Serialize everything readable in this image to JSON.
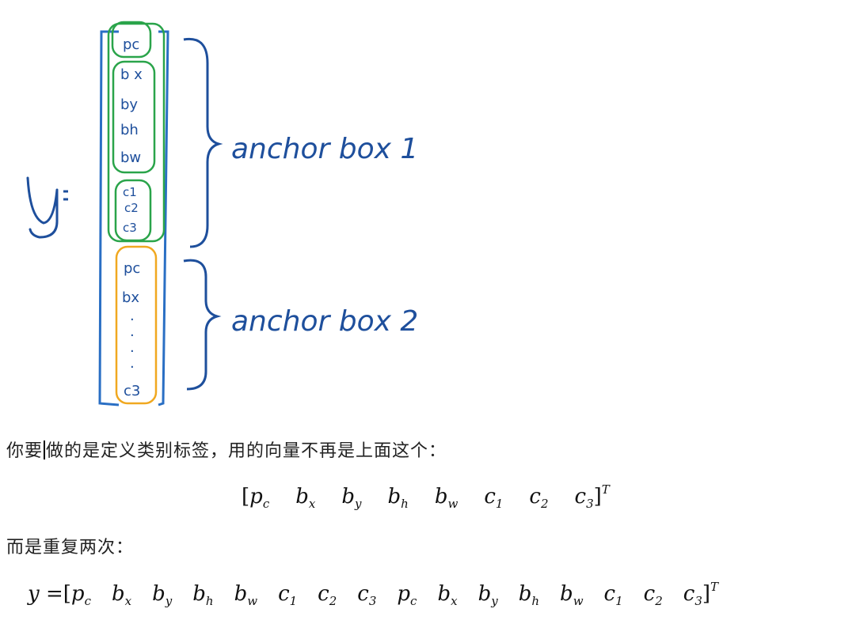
{
  "figure": {
    "lhs": "y =",
    "anchor1_label": "anchor box 1",
    "anchor2_label": "anchor box 2",
    "anchor1_entries": [
      "pc",
      "bx",
      "by",
      "bh",
      "bw",
      "c1",
      "c2",
      "c3"
    ],
    "anchor2_entries": [
      "pc",
      "bx",
      "⋮",
      "c3"
    ],
    "colors": {
      "vector": "#2a6fc4",
      "anchor1": "#2aa44a",
      "anchor2": "#f0a820",
      "ink": "#1e4f9c"
    }
  },
  "paragraph1": {
    "before_caret": "你要",
    "after_caret": "做的是定义类别标签，用的向量不再是上面这个："
  },
  "equation1": {
    "open": "[",
    "terms": [
      {
        "base": "p",
        "sub": "c"
      },
      {
        "base": "b",
        "sub": "x"
      },
      {
        "base": "b",
        "sub": "y"
      },
      {
        "base": "b",
        "sub": "h"
      },
      {
        "base": "b",
        "sub": "w"
      },
      {
        "base": "c",
        "sub": "1"
      },
      {
        "base": "c",
        "sub": "2"
      },
      {
        "base": "c",
        "sub": "3"
      }
    ],
    "close": "]",
    "sup": "T"
  },
  "paragraph2": {
    "text": "而是重复两次："
  },
  "equation2": {
    "lhs": "y = ",
    "open": "[",
    "terms": [
      {
        "base": "p",
        "sub": "c"
      },
      {
        "base": "b",
        "sub": "x"
      },
      {
        "base": "b",
        "sub": "y"
      },
      {
        "base": "b",
        "sub": "h"
      },
      {
        "base": "b",
        "sub": "w"
      },
      {
        "base": "c",
        "sub": "1"
      },
      {
        "base": "c",
        "sub": "2"
      },
      {
        "base": "c",
        "sub": "3"
      },
      {
        "base": "p",
        "sub": "c"
      },
      {
        "base": "b",
        "sub": "x"
      },
      {
        "base": "b",
        "sub": "y"
      },
      {
        "base": "b",
        "sub": "h"
      },
      {
        "base": "b",
        "sub": "w"
      },
      {
        "base": "c",
        "sub": "1"
      },
      {
        "base": "c",
        "sub": "2"
      },
      {
        "base": "c",
        "sub": "3"
      }
    ],
    "close": "]",
    "sup": "T"
  }
}
